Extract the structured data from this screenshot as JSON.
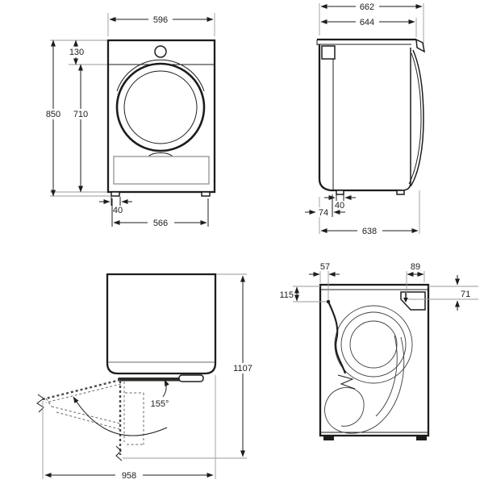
{
  "front_view": {
    "width": "596",
    "control_panel_height": "130",
    "total_height": "850",
    "body_height": "710",
    "foot_width": "40",
    "feet_span": "566"
  },
  "side_view": {
    "max_depth": "662",
    "depth_without_door": "644",
    "foot_width": "40",
    "rear_foot_offset": "74",
    "base_depth": "638"
  },
  "door_swing_view": {
    "door_opening_angle": "155°",
    "depth_with_door_open": "1107",
    "width_with_door_open": "958"
  },
  "rear_view": {
    "cord_offset_from_left": "57",
    "inlet_offset_from_right": "89",
    "cord_offset_from_top": "115",
    "inlet_offset_from_top": "71"
  }
}
